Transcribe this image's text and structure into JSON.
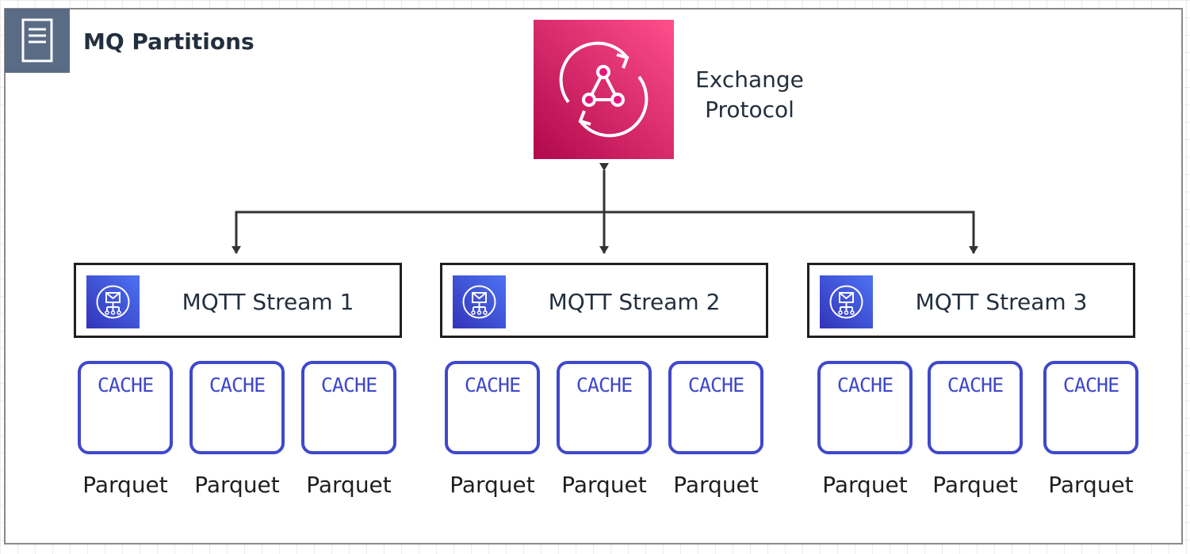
{
  "group": {
    "title": "MQ Partitions",
    "icon": "server-icon",
    "color": "#5a6b86"
  },
  "exchange": {
    "label_line1": "Exchange",
    "label_line2": "Protocol",
    "icon": "exchange-protocol-icon",
    "color": "#e7157b"
  },
  "streams": [
    {
      "label": "MQTT Stream 1",
      "icon": "mqtt-broker-icon",
      "caches": [
        {
          "label": "CACHE",
          "format": "Parquet"
        },
        {
          "label": "CACHE",
          "format": "Parquet"
        },
        {
          "label": "CACHE",
          "format": "Parquet"
        }
      ]
    },
    {
      "label": "MQTT Stream 2",
      "icon": "mqtt-broker-icon",
      "caches": [
        {
          "label": "CACHE",
          "format": "Parquet"
        },
        {
          "label": "CACHE",
          "format": "Parquet"
        },
        {
          "label": "CACHE",
          "format": "Parquet"
        }
      ]
    },
    {
      "label": "MQTT Stream 3",
      "icon": "mqtt-broker-icon",
      "caches": [
        {
          "label": "CACHE",
          "format": "Parquet"
        },
        {
          "label": "CACHE",
          "format": "Parquet"
        },
        {
          "label": "CACHE",
          "format": "Parquet"
        }
      ]
    }
  ],
  "colors": {
    "cache_border": "#3f48cc",
    "stream_icon": "#3f48cc",
    "connector": "#333333"
  }
}
